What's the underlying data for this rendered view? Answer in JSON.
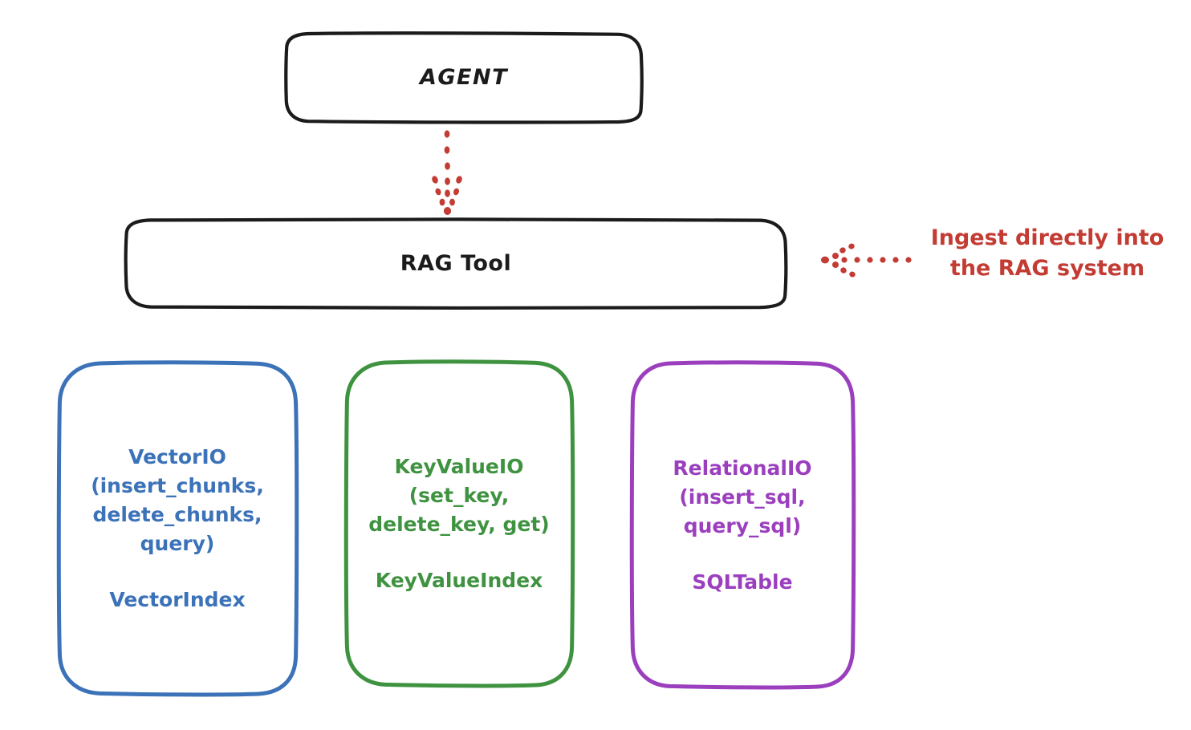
{
  "diagram": {
    "title_node": {
      "label": "AGENT"
    },
    "tool_node": {
      "label": "RAG Tool"
    },
    "annotation": {
      "text": "Ingest directly into\nthe RAG system",
      "color": "#c33c33",
      "arrow": "dotted-arrow-left"
    },
    "connector": {
      "from": "AGENT",
      "to": "RAG Tool",
      "style": "dotted-arrow-down",
      "color": "#c33c33"
    },
    "stores": [
      {
        "id": "vector",
        "interface": "VectorIO\n(insert_chunks,\ndelete_chunks,\nquery)",
        "index": "VectorIndex",
        "color": "#3b72b8"
      },
      {
        "id": "keyvalue",
        "interface": "KeyValueIO\n(set_key,\ndelete_key, get)",
        "index": "KeyValueIndex",
        "color": "#3f9340"
      },
      {
        "id": "relational",
        "interface": "RelationalIO\n(insert_sql,\nquery_sql)",
        "index": "SQLTable",
        "color": "#9b3fbe"
      }
    ],
    "palette": {
      "stroke_black": "#1b1b1b",
      "background": "#ffffff"
    }
  }
}
